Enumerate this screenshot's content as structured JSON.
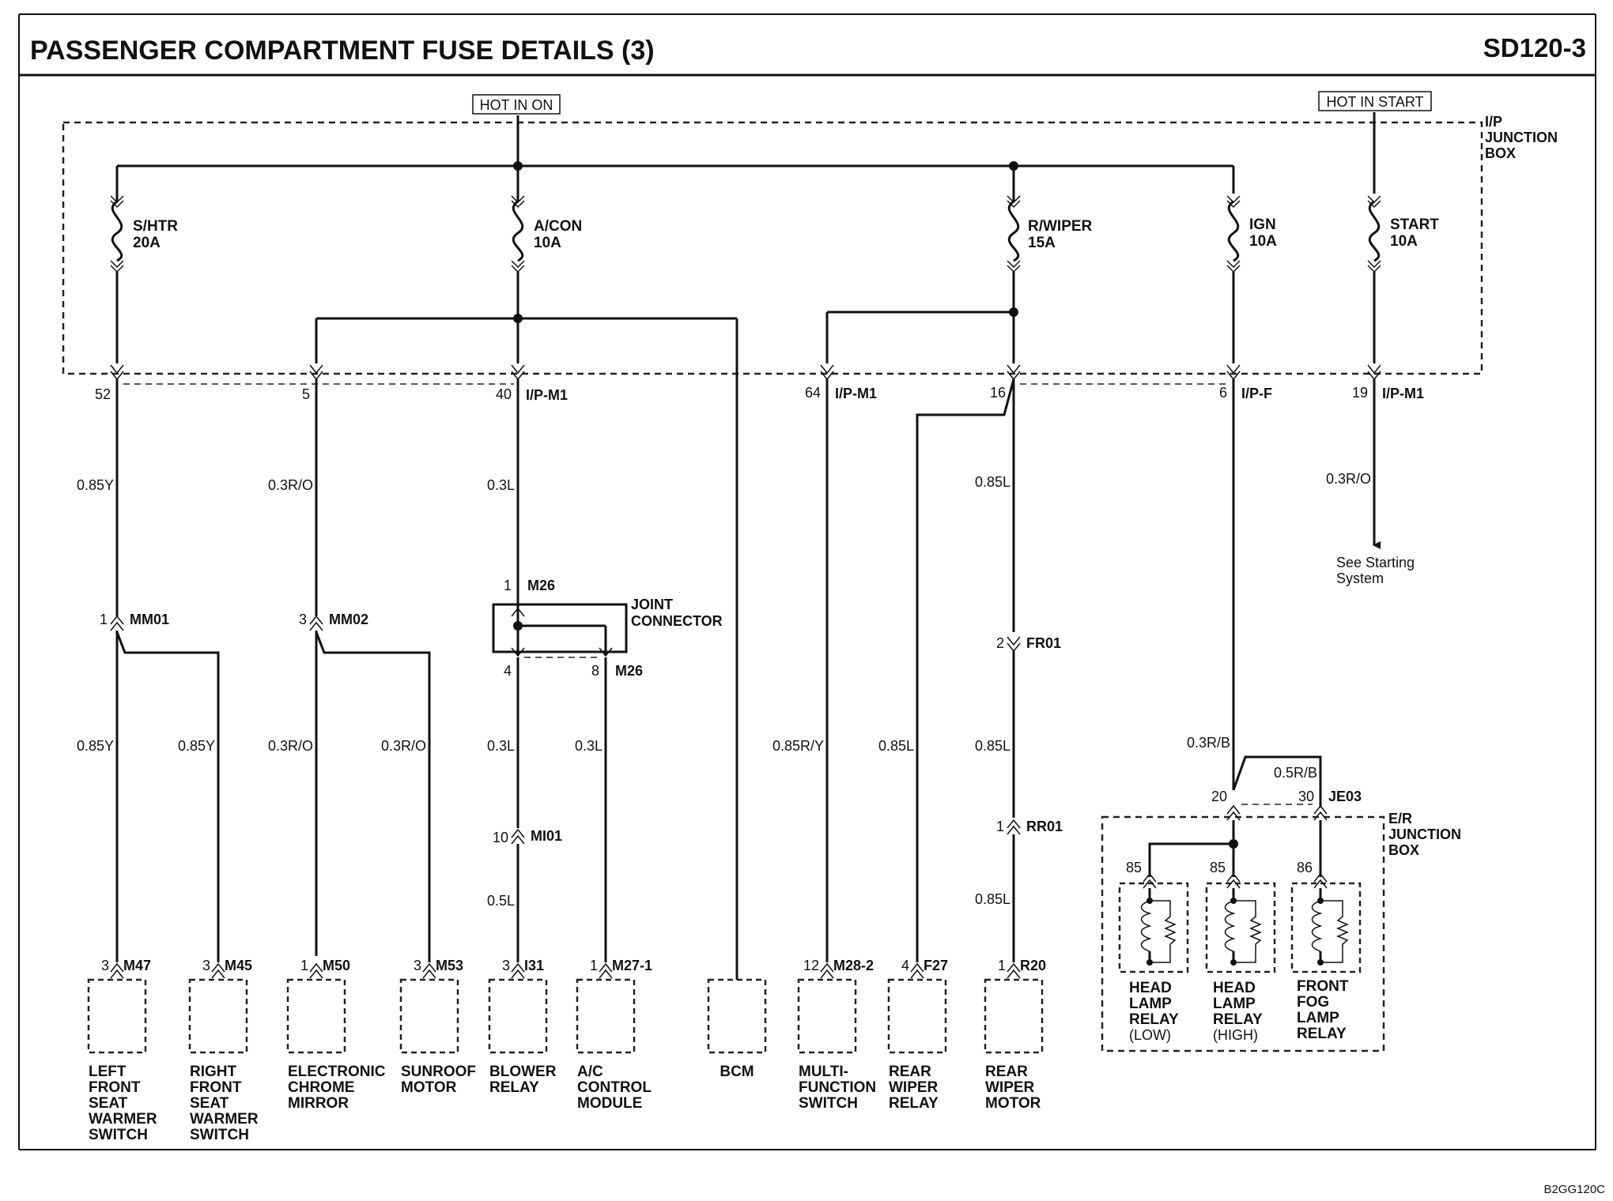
{
  "header": {
    "title": "PASSENGER COMPARTMENT FUSE DETAILS (3)",
    "code": "SD120-3"
  },
  "sources": {
    "hot_in_on": "HOT IN ON",
    "hot_in_start": "HOT IN START"
  },
  "ip_junction_box": {
    "line1": "I/P",
    "line2": "JUNCTION",
    "line3": "BOX"
  },
  "er_junction_box": {
    "line1": "E/R",
    "line2": "JUNCTION",
    "line3": "BOX"
  },
  "fuses": [
    {
      "name": "S/HTR",
      "rating": "20A"
    },
    {
      "name": "A/CON",
      "rating": "10A"
    },
    {
      "name": "R/WIPER",
      "rating": "15A"
    },
    {
      "name": "IGN",
      "rating": "10A"
    },
    {
      "name": "START",
      "rating": "10A"
    }
  ],
  "ip_pins": [
    {
      "pin": "52",
      "conn": ""
    },
    {
      "pin": "5",
      "conn": ""
    },
    {
      "pin": "40",
      "conn": "I/P-M1"
    },
    {
      "pin": "64",
      "conn": "I/P-M1"
    },
    {
      "pin": "16",
      "conn": ""
    },
    {
      "pin": "6",
      "conn": "I/P-F"
    },
    {
      "pin": "19",
      "conn": "I/P-M1"
    }
  ],
  "wires_upper": [
    "0.85Y",
    "0.3R/O",
    "0.3L",
    "0.85L",
    "0.3R/O"
  ],
  "wires_lower": [
    "0.85Y",
    "0.85Y",
    "0.3R/O",
    "0.3R/O",
    "0.3L",
    "0.3L",
    "0.85R/Y",
    "0.85L",
    "0.85L",
    "0.3R/B",
    "0.5R/B"
  ],
  "wires_misc": {
    "blower_lower": "0.5L",
    "rear_motor_lower": "0.85L"
  },
  "inline_connectors": [
    {
      "pin": "1",
      "name": "MM01"
    },
    {
      "pin": "3",
      "name": "MM02"
    },
    {
      "pin": "2",
      "name": "FR01"
    },
    {
      "pin": "10",
      "name": "MI01"
    },
    {
      "pin": "1",
      "name": "RR01"
    }
  ],
  "joint_connector": {
    "label1": "JOINT",
    "label2": "CONNECTOR",
    "top_pin": "1",
    "top_name": "M26",
    "left_pin": "4",
    "right_pin": "8",
    "bottom_name": "M26"
  },
  "je03": {
    "pin_a": "20",
    "pin_b": "30",
    "name": "JE03"
  },
  "starting_note": {
    "line1": "See Starting",
    "line2": "System"
  },
  "components": [
    {
      "pin": "3",
      "conn": "M47",
      "lines": [
        "LEFT",
        "FRONT",
        "SEAT",
        "WARMER",
        "SWITCH"
      ]
    },
    {
      "pin": "3",
      "conn": "M45",
      "lines": [
        "RIGHT",
        "FRONT",
        "SEAT",
        "WARMER",
        "SWITCH"
      ]
    },
    {
      "pin": "1",
      "conn": "M50",
      "lines": [
        "ELECTRONIC",
        "CHROME",
        "MIRROR"
      ]
    },
    {
      "pin": "3",
      "conn": "M53",
      "lines": [
        "SUNROOF",
        "MOTOR"
      ]
    },
    {
      "pin": "3",
      "conn": "I31",
      "lines": [
        "BLOWER",
        "RELAY"
      ]
    },
    {
      "pin": "1",
      "conn": "M27-1",
      "lines": [
        "A/C",
        "CONTROL",
        "MODULE"
      ]
    },
    {
      "pin": "",
      "conn": "",
      "lines": [
        "BCM"
      ]
    },
    {
      "pin": "12",
      "conn": "M28-2",
      "lines": [
        "MULTI-",
        "FUNCTION",
        "SWITCH"
      ]
    },
    {
      "pin": "4",
      "conn": "F27",
      "lines": [
        "REAR",
        "WIPER",
        "RELAY"
      ]
    },
    {
      "pin": "1",
      "conn": "R20",
      "lines": [
        "REAR",
        "WIPER",
        "MOTOR"
      ]
    }
  ],
  "relays": [
    {
      "pin": "85",
      "lines": [
        "HEAD",
        "LAMP",
        "RELAY",
        "(LOW)"
      ]
    },
    {
      "pin": "85",
      "lines": [
        "HEAD",
        "LAMP",
        "RELAY",
        "(HIGH)"
      ]
    },
    {
      "pin": "86",
      "lines": [
        "FRONT",
        "FOG",
        "LAMP",
        "RELAY"
      ]
    }
  ],
  "footer": {
    "code": "B2GG120C"
  }
}
